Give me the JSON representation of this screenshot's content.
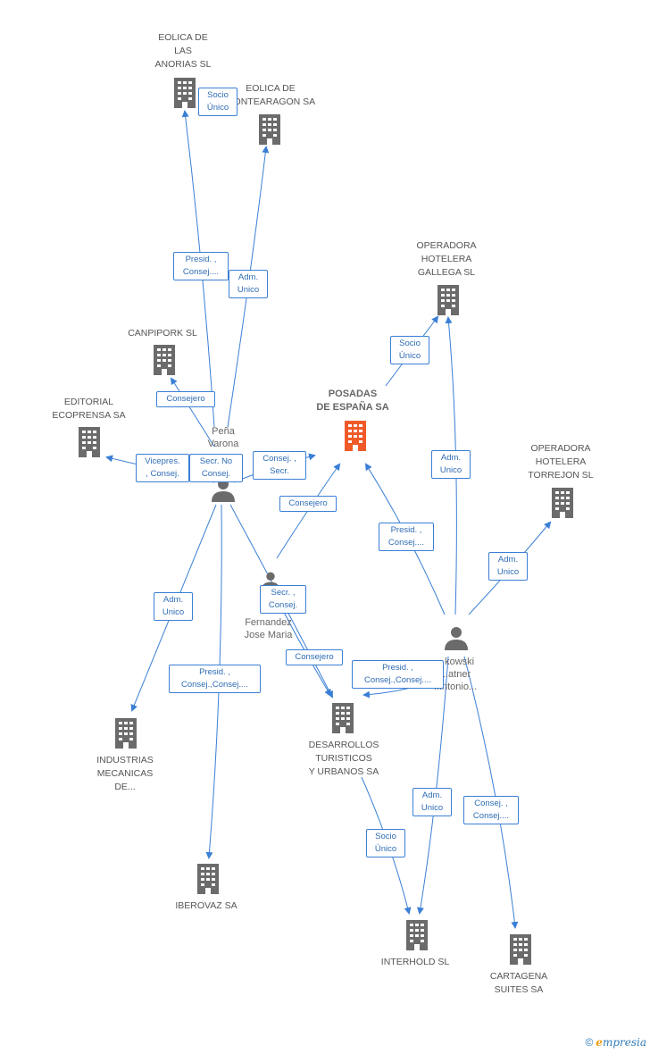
{
  "colors": {
    "edge": "#3a7fd5",
    "building": "#6b6b6b",
    "main_building": "#f05a28",
    "person": "#6b6b6b"
  },
  "companies": {
    "eolica_anorias": "EOLICA DE\nLAS\nANORIAS SL",
    "eolica_montearagon": "EOLICA DE\nMONTEARAGON SA",
    "canpipork": "CANPIPORK SL",
    "editorial": "EDITORIAL\nECOPRENSA SA",
    "posadas": "POSADAS\nDE ESPAÑA SA",
    "op_gallega": "OPERADORA\nHOTELERA\nGALLEGA SL",
    "op_torrejon": "OPERADORA\nHOTELERA\nTORREJON SL",
    "industrias": "INDUSTRIAS\nMECANICAS\nDE...",
    "iberovaz": "IBEROVAZ SA",
    "desarrollos": "DESARROLLOS\nTURISTICOS\nY URBANOS SA",
    "interhold": "INTERHOLD SL",
    "cartagena": "CARTAGENA\nSUITES SA"
  },
  "persons": {
    "pena": "Peña\nVarona",
    "fernandez": "Fernandez\nJose Maria",
    "kowski": "...kowski\n...atner\n...ntonio..."
  },
  "edge_labels": {
    "socio_unico_eolica": "Socio\nÚnico",
    "presid_eolica": "Presid. ,\nConsej....",
    "adm_montearagon": "Adm.\nUnico",
    "consejero_canpipork": "Consejero",
    "vicepres_editorial": "Vicepres.\n, Consej.",
    "secr_no_consej": "Secr. No\nConsej.",
    "consej_secr": "Consej. ,\nSecr.",
    "consejero_posadas": "Consejero",
    "adm_industrias": "Adm.\nUnico",
    "presid_iberovaz": "Presid. ,\nConsej.,Consej....",
    "secr_consej_fernandez": "Secr. ,\nConsej.",
    "consejero_desarrollos": "Consejero",
    "presid_desarrollos": "Presid. ,\nConsej.,Consej....",
    "socio_unico_gallega": "Socio\nÚnico",
    "adm_gallega": "Adm.\nUnico",
    "presid_posadas": "Presid. ,\nConsej....",
    "adm_torrejon": "Adm.\nUnico",
    "adm_interhold": "Adm.\nUnico",
    "socio_unico_interhold": "Socio\nÚnico",
    "consej_cartagena": "Consej. ,\nConsej...."
  },
  "brand": {
    "copyright": "©",
    "name": "mpresia",
    "initial": "e"
  }
}
